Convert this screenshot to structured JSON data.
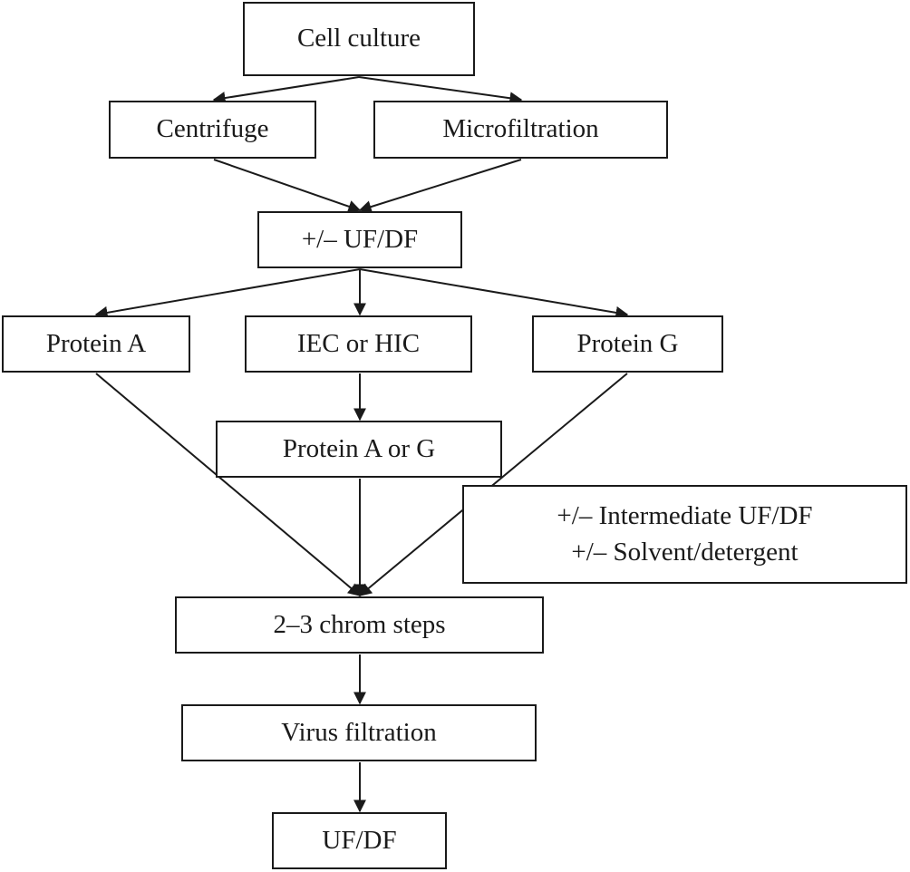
{
  "diagram": {
    "nodes": {
      "cell_culture": "Cell culture",
      "centrifuge": "Centrifuge",
      "microfiltration": "Microfiltration",
      "uf_df_optional": "+/– UF/DF",
      "protein_a": "Protein A",
      "iec_or_hic": "IEC or HIC",
      "protein_g": "Protein G",
      "protein_a_or_g": "Protein A or G",
      "intermediate_line1": "+/– Intermediate UF/DF",
      "intermediate_line2": "+/– Solvent/detergent",
      "chrom_steps": "2–3 chrom steps",
      "virus_filtration": "Virus filtration",
      "uf_df_final": "UF/DF"
    },
    "edges": [
      {
        "from": "cell_culture",
        "to": "centrifuge"
      },
      {
        "from": "cell_culture",
        "to": "microfiltration"
      },
      {
        "from": "centrifuge",
        "to": "uf_df_optional"
      },
      {
        "from": "microfiltration",
        "to": "uf_df_optional"
      },
      {
        "from": "uf_df_optional",
        "to": "protein_a"
      },
      {
        "from": "uf_df_optional",
        "to": "iec_or_hic"
      },
      {
        "from": "uf_df_optional",
        "to": "protein_g"
      },
      {
        "from": "iec_or_hic",
        "to": "protein_a_or_g"
      },
      {
        "from": "protein_a",
        "to": "chrom_steps"
      },
      {
        "from": "protein_a_or_g",
        "to": "chrom_steps"
      },
      {
        "from": "protein_g",
        "to": "chrom_steps"
      },
      {
        "from": "chrom_steps",
        "to": "virus_filtration"
      },
      {
        "from": "virus_filtration",
        "to": "uf_df_final"
      }
    ],
    "colors": {
      "line": "#1a1a1a",
      "box_fill": "#ffffff"
    }
  }
}
